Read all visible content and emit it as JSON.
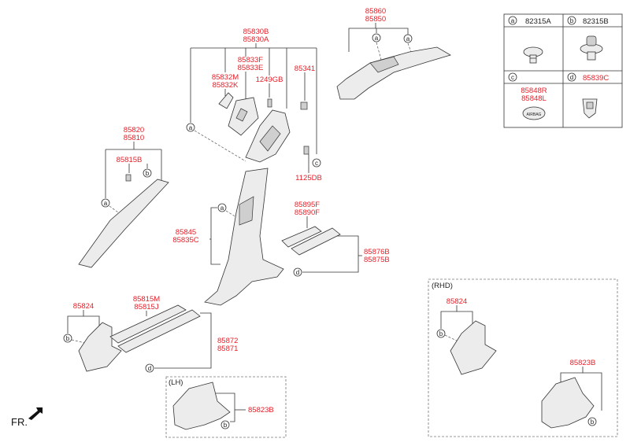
{
  "callouts": {
    "a": "a",
    "b": "b",
    "c": "c",
    "d": "d"
  },
  "legend": {
    "cells": [
      {
        "letter": "a",
        "part": "82315A"
      },
      {
        "letter": "b",
        "part": "82315B"
      },
      {
        "letter": "c",
        "part_top": "85848R",
        "part_bottom": "85848L"
      },
      {
        "letter": "d",
        "part": "85839C"
      }
    ],
    "clip_text": "AIRBAG"
  },
  "parts": {
    "p85860": "85860",
    "p85850": "85850",
    "p85830B": "85830B",
    "p85830A": "85830A",
    "p85833F": "85833F",
    "p85833E": "85833E",
    "p85832M": "85832M",
    "p85832K": "85832K",
    "p1249GB": "1249GB",
    "p85341": "85341",
    "p1125DB": "1125DB",
    "p85820": "85820",
    "p85810": "85810",
    "p85815B": "85815B",
    "p85895F": "85895F",
    "p85890F": "85890F",
    "p85845": "85845",
    "p85835C": "85835C",
    "p85876B": "85876B",
    "p85875B": "85875B",
    "p85824": "85824",
    "p85815M": "85815M",
    "p85815J": "85815J",
    "p85872": "85872",
    "p85871": "85871",
    "p85823B_lh": "85823B",
    "p85824_rhd": "85824",
    "p85823B_rhd": "85823B"
  },
  "labels": {
    "lh": "(LH)",
    "rhd": "(RHD)",
    "front": "FR."
  }
}
